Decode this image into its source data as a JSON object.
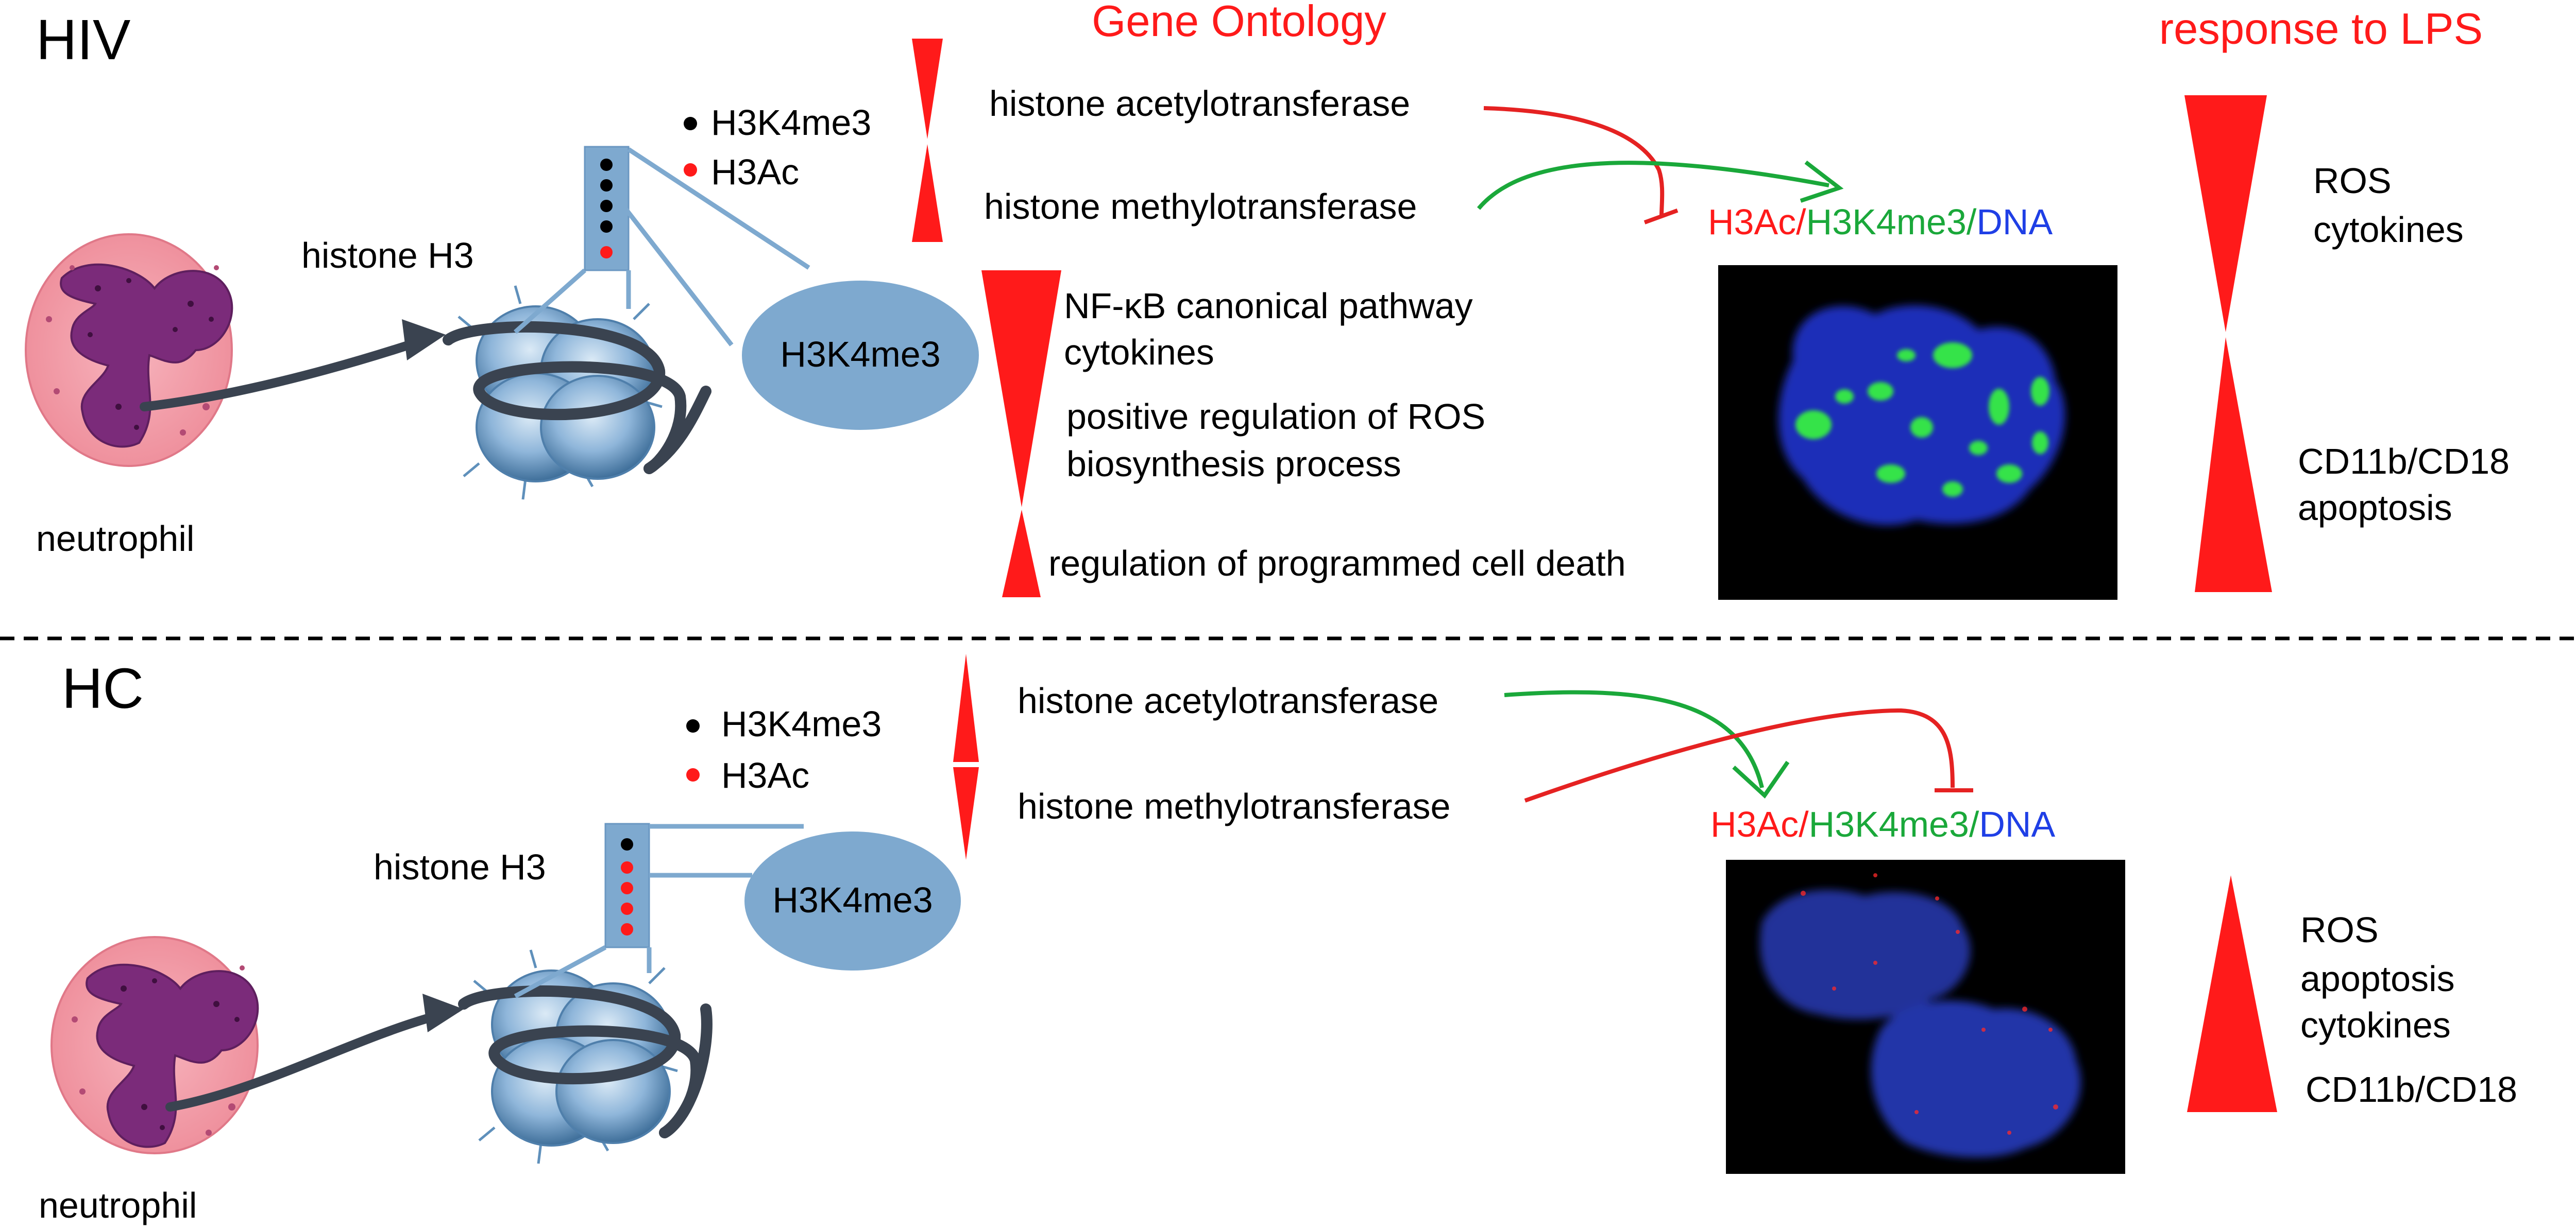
{
  "colors": {
    "red": "#ff1a1a",
    "green": "#1aa83a",
    "blue": "#1f3fe6",
    "cell_fill": "#f2a0aa",
    "nucleus": "#7a2a78",
    "histone_blue": "#7ea9cf",
    "black": "#000000"
  },
  "headers": {
    "gene_ontology": "Gene Ontology",
    "response_lps": "response to LPS"
  },
  "hiv": {
    "group_label": "HIV",
    "cell_label": "neutrophil",
    "histone_label": "histone H3",
    "legend_h3k4me3": "H3K4me3",
    "legend_h3ac": "H3Ac",
    "oval_label": "H3K4me3",
    "enzyme_acetyl": "histone acetylotransferase",
    "enzyme_methyl": "histone methylotransferase",
    "go_terms": [
      "NF-κB canonical pathway",
      "cytokines",
      "positive regulation of ROS",
      "biosynthesis process",
      "regulation of programmed cell death"
    ],
    "stain_parts": [
      "H3Ac",
      "/",
      "H3K4me3",
      "/",
      "DNA"
    ],
    "lps_down": [
      "ROS",
      "cytokines"
    ],
    "lps_up": [
      "CD11b/CD18",
      "apoptosis"
    ]
  },
  "hc": {
    "group_label": "HC",
    "cell_label": "neutrophil",
    "histone_label": "histone H3",
    "legend_h3k4me3": "H3K4me3",
    "legend_h3ac": "H3Ac",
    "oval_label": "H3K4me3",
    "enzyme_acetyl": "histone acetylotransferase",
    "enzyme_methyl": "histone methylotransferase",
    "stain_parts": [
      "H3Ac",
      "/",
      "H3K4me3",
      "/",
      "DNA"
    ],
    "lps_up": [
      "ROS",
      "apoptosis",
      "cytokines",
      "CD11b/CD18"
    ]
  }
}
